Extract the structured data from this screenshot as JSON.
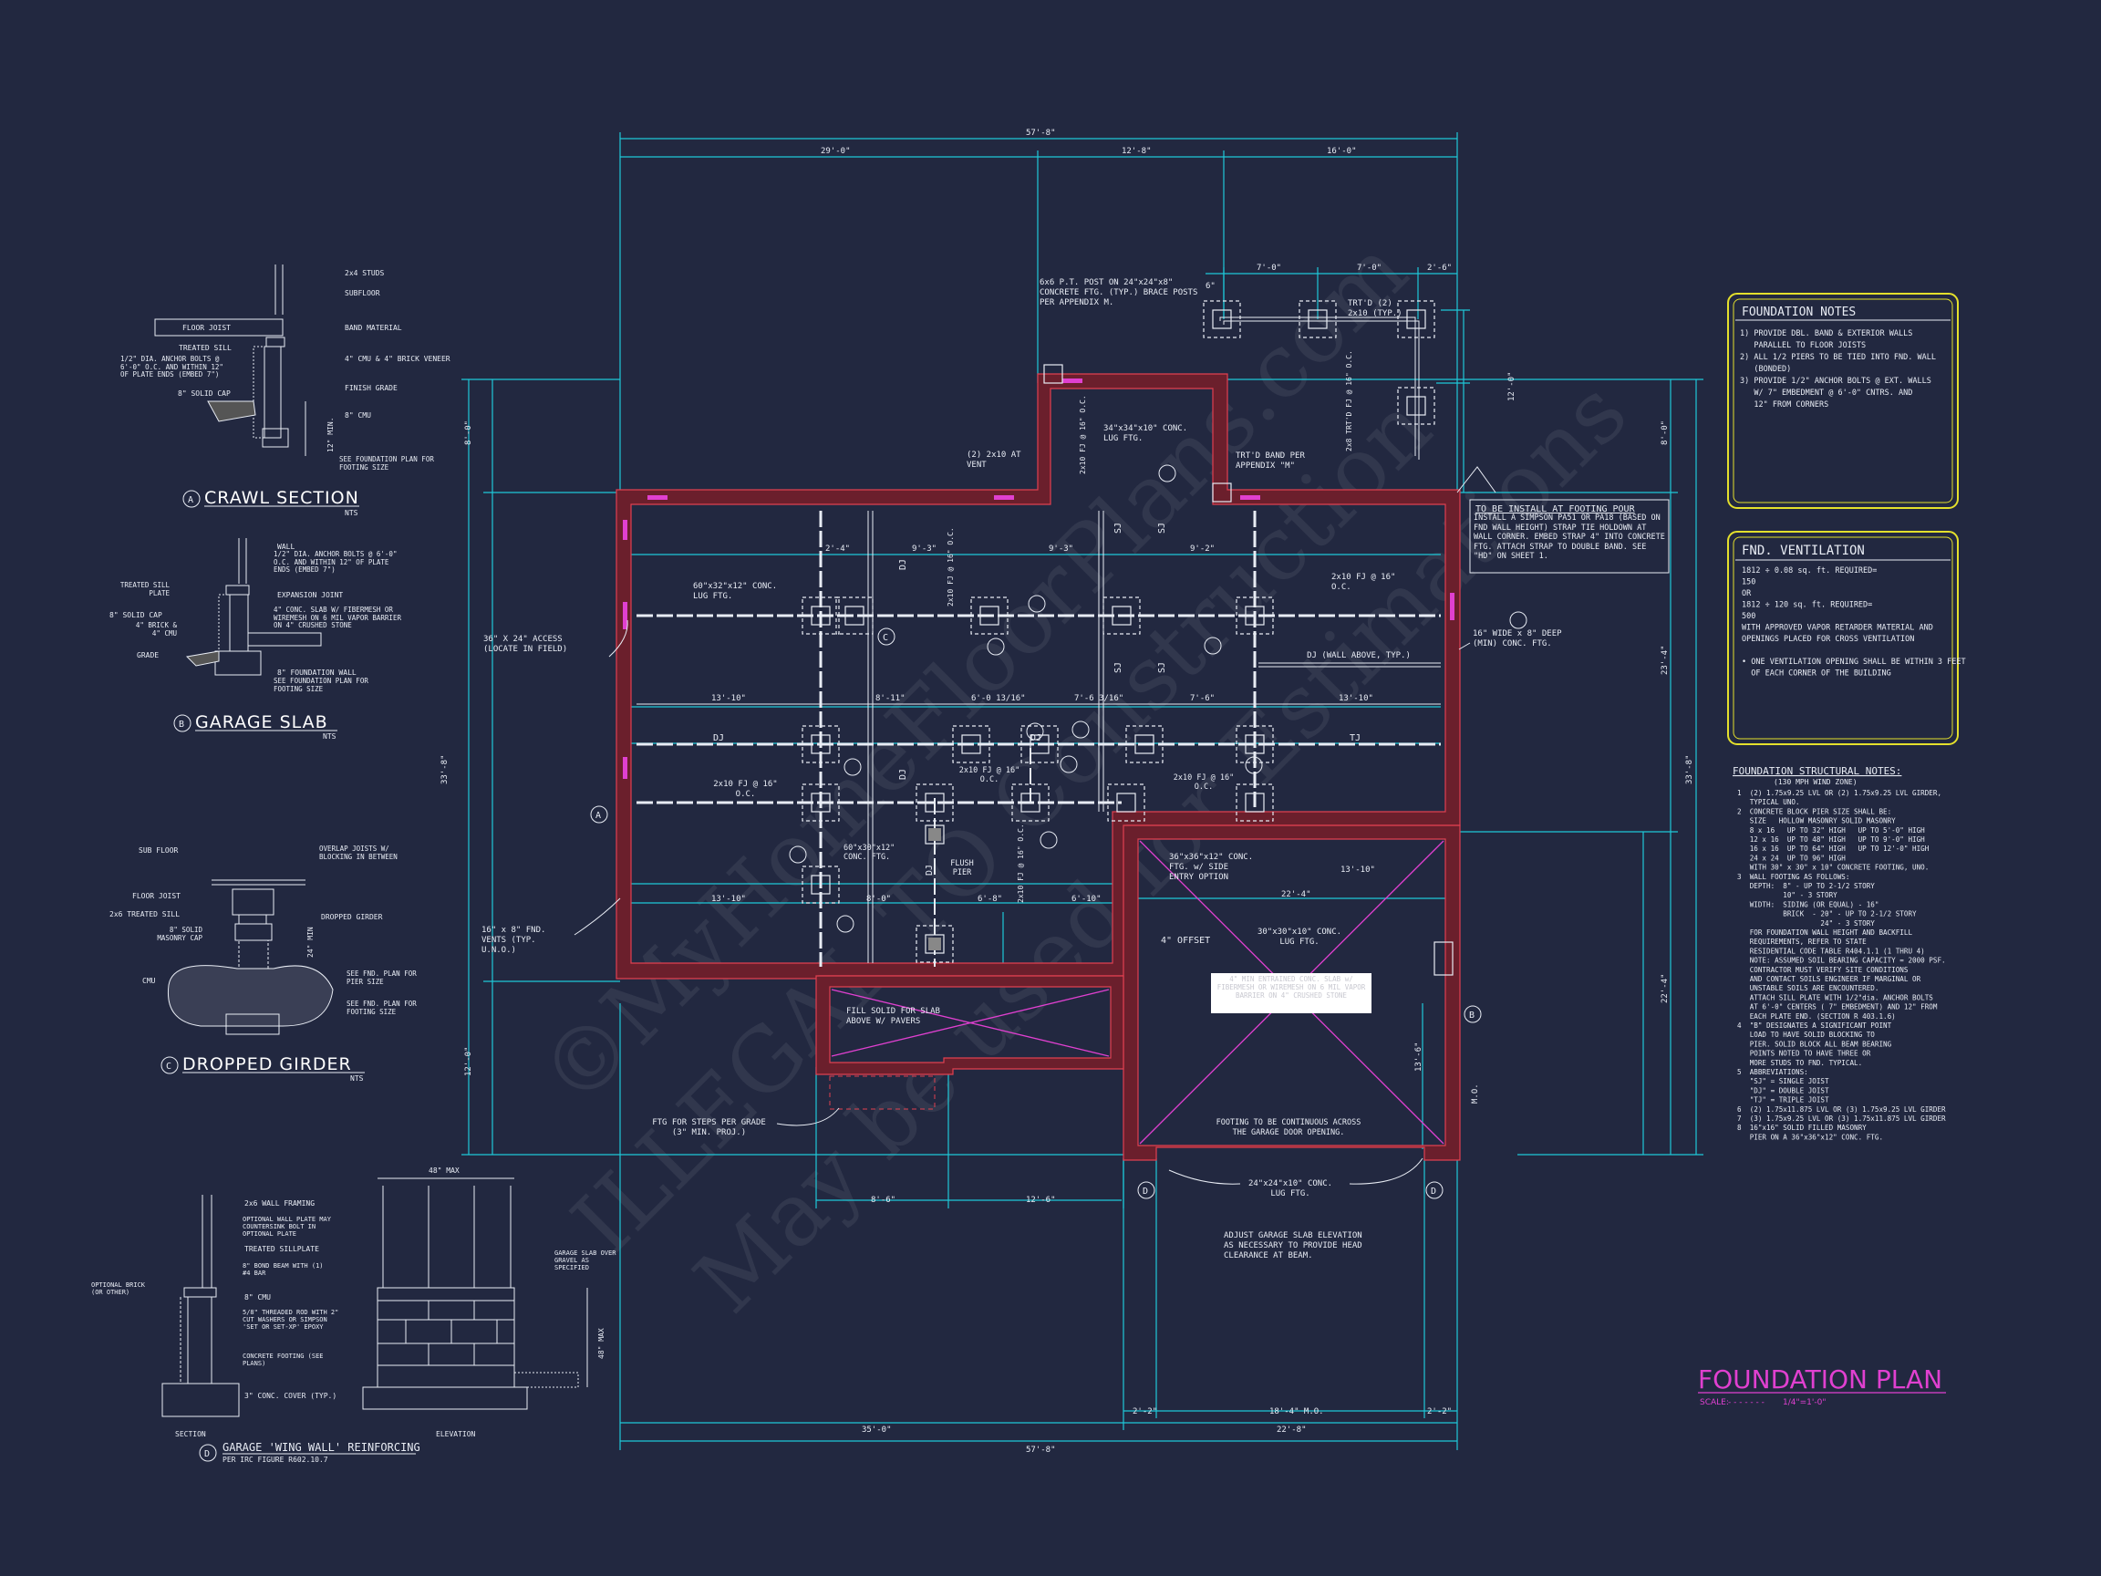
{
  "sheet": {
    "title": "FOUNDATION PLAN",
    "scale_label": "SCALE:",
    "scale_value": "1/4\"=1'-0\"",
    "watermark_lines": [
      "©MyHomeFloorPlans.com",
      "ILLEGAL TO Construction",
      "May be used for Estimations"
    ]
  },
  "dimensions": {
    "top_overall": "57'-8\"",
    "top_left": "29'-0\"",
    "top_mid": "12'-8\"",
    "top_right": "16'-0\"",
    "deck_a": "7'-0\"",
    "deck_b": "7'-0\"",
    "deck_c": "2'-6\"",
    "deck_d": "6\"",
    "left_overall": "33'-8\"",
    "left_top": "8'-0\"",
    "left_bottom": "12'-0\"",
    "right_overall": "33'-8\"",
    "right_top": "8'-0\"",
    "right_mid": "23'-4\"",
    "right_low": "22'-4\"",
    "right_deck": "12'-0\"",
    "bottom_overall": "57'-8\"",
    "bottom_left": "35'-0\"",
    "bottom_right": "22'-8\"",
    "bottom_a": "2'-2\"",
    "bottom_b": "18'-4\" M.O.",
    "bottom_c": "2'-2\"",
    "porch_a": "8'-6\"",
    "porch_b": "12'-6\"",
    "garage_w": "22'-4\"",
    "garage_d": "13'-6\"",
    "garage_mo": "M.O.",
    "in_1": "2'-4\"",
    "in_2": "9'-3\"",
    "in_3": "9'-3\"",
    "in_4": "9'-2\"",
    "in_5": "13'-10\"",
    "in_6": "8'-11\"",
    "in_7": "6'-0 13/16\"",
    "in_8": "7'-6 3/16\"",
    "in_9": "7'-6\"",
    "in_10": "13'-10\"",
    "in_11": "13'-10\"",
    "in_12": "8'-0\"",
    "in_13": "6'-8\"",
    "in_14": "6'-10\"",
    "in_15": "13'-10\""
  },
  "plan_labels": {
    "post_note": "6x6 P.T. POST ON 24\"x24\"x8\" CONCRETE FTG. (TYP.) BRACE POSTS PER APPENDIX M.",
    "trtd": "TRT'D (2) 2x10 (TYP.)",
    "trtd_fj": "2x8 TRT'D FJ @ 16\" O.C.",
    "vent_2x10": "(2) 2x10 AT VENT",
    "lug_34": "34\"x34\"x10\" CONC. LUG FTG.",
    "fj_vert": "2x10 FJ @ 16\" O.C.",
    "trtd_band": "TRT'D BAND PER APPENDIX \"M\"",
    "holdown_title": "TO BE INSTALL AT FOOTING POUR",
    "holdown_body": "INSTALL A SIMPSON PA51 OR PA18 (BASED ON FND WALL HEIGHT) STRAP TIE HOLDOWN AT WALL CORNER. EMBED STRAP 4\" INTO CONCRETE FTG. ATTACH STRAP TO DOUBLE BAND. SEE \"HD\" ON SHEET 1.",
    "lug_60": "60\"x32\"x12\" CONC. LUG FTG.",
    "fj_center": "2x10 FJ @ 16\" O.C.",
    "fj_right": "2x10 FJ @ 16\" O.C.",
    "deep_ftg": "16\" WIDE x 8\" DEEP (MIN) CONC. FTG.",
    "wall_above": "DJ (WALL ABOVE, TYP.)",
    "access": "36\" X 24\" ACCESS (LOCATE IN FIELD)",
    "fj_left": "2x10 FJ @ 16\" O.C.",
    "fj_mid2": "2x10 FJ @ 16\" O.C.",
    "fj_mid3": "2x10 FJ @ 16\" O.C.",
    "lug_60b": "60\"x30\"x12\" CONC. FTG.",
    "flush_pier": "FLUSH PIER",
    "fj_lower": "2x10 FJ @ 16\" O.C.",
    "lug_36": "36\"x36\"x12\" CONC. FTG. w/ SIDE ENTRY OPTION",
    "vents": "16\" x 8\" FND. VENTS (TYP. U.N.O.)",
    "offset": "4\" OFFSET",
    "lug_30": "30\"x30\"x10\" CONC. LUG FTG.",
    "garage_slab_note": "4\" MIN ENTRAINED CONC. SLAB w/ FIBERMESH OR WIREMESH ON 6 MIL VAPOR BARRIER ON 4\" CRUSHED STONE",
    "fill_solid": "FILL SOLID FOR SLAB ABOVE W/ PAVERS",
    "steps": "FTG FOR STEPS PER GRADE (3\" MIN. PROJ.)",
    "garage_door": "FOOTING TO BE CONTINUOUS ACROSS THE GARAGE DOOR OPENING.",
    "lug_24": "24\"x24\"x10\" CONC. LUG FTG.",
    "adjust": "ADJUST GARAGE SLAB ELEVATION AS NECESSARY TO PROVIDE HEAD CLEARANCE AT BEAM.",
    "dj": "DJ",
    "sj": "SJ",
    "tj": "TJ",
    "bubble_a": "A",
    "bubble_b": "B",
    "bubble_c": "C",
    "bubble_d": "D"
  },
  "details": {
    "crawl": {
      "letter": "A",
      "title": "CRAWL SECTION",
      "nts": "NTS",
      "labels": [
        "2x4 STUDS",
        "SUBFLOOR",
        "FLOOR JOIST",
        "BAND MATERIAL",
        "TREATED SILL",
        "4\" CMU & 4\" BRICK VENEER",
        "1/2\" DIA. ANCHOR BOLTS @ 6'-0\" O.C. AND WITHIN 12\" OF PLATE ENDS (EMBED 7\")",
        "8\" SOLID CAP",
        "FINISH GRADE",
        "8\" CMU",
        "12\" MIN.",
        "SEE FOUNDATION PLAN FOR FOOTING SIZE"
      ]
    },
    "garage": {
      "letter": "B",
      "title": "GARAGE SLAB",
      "nts": "NTS",
      "labels": [
        "WALL",
        "1/2\" DIA. ANCHOR BOLTS @ 6'-0\" O.C. AND WITHIN 12\" OF PLATE ENDS (EMBED 7\")",
        "TREATED SILL PLATE",
        "EXPANSION JOINT",
        "8\" SOLID CAP",
        "4\" CONC. SLAB W/ FIBERMESH OR WIREMESH ON 6 MIL VAPOR BARRIER ON 4\" CRUSHED STONE",
        "4\" BRICK & 4\" CMU",
        "GRADE",
        "8\" FOUNDATION WALL",
        "SEE FOUNDATION PLAN FOR FOOTING SIZE"
      ]
    },
    "girder": {
      "letter": "C",
      "title": "DROPPED GIRDER",
      "nts": "NTS",
      "labels": [
        "SUB FLOOR",
        "OVERLAP JOISTS W/ BLOCKING IN BETWEEN",
        "FLOOR JOIST",
        "2x6 TREATED SILL",
        "DROPPED GIRDER",
        "8\" SOLID MASONRY CAP",
        "24\" MIN",
        "CMU",
        "SEE FND. PLAN FOR PIER SIZE",
        "SEE FND. PLAN FOR FOOTING SIZE"
      ]
    },
    "wingwall": {
      "letter": "D",
      "title": "GARAGE 'WING WALL' REINFORCING",
      "sub": "PER IRC FIGURE R602.10.7",
      "labels": [
        "2x6 WALL FRAMING",
        "OPTIONAL WALL PLATE MAY COUNTERSINK BOLT IN OPTIONAL PLATE",
        "TREATED SILLPLATE",
        "8\" BOND BEAM WITH (1) #4 BAR",
        "8\" CMU",
        "5/8\" THREADED ROD WITH 2\" CUT WASHERS OR SIMPSON 'SET OR SET-XP' EPOXY",
        "CONCRETE FOOTING (SEE PLANS)",
        "3\" CONC. COVER (TYP.)",
        "OPTIONAL BRICK (OR OTHER)",
        "GARAGE SLAB OVER GRAVEL AS SPECIFIED",
        "48\" MAX",
        "48\" MAX",
        "SECTION",
        "ELEVATION"
      ]
    }
  },
  "foundation_notes": {
    "title": "FOUNDATION NOTES",
    "items": [
      "1) PROVIDE DBL. BAND & EXTERIOR WALLS",
      "   PARALLEL TO FLOOR JOISTS",
      "2) ALL 1/2 PIERS TO BE TIED INTO FND. WALL",
      "   (BONDED)",
      "3) PROVIDE 1/2\" ANCHOR BOLTS @ EXT. WALLS",
      "   W/ 7\" EMBEDMENT @ 6'-0\" CNTRS. AND",
      "   12\" FROM CORNERS"
    ]
  },
  "ventilation": {
    "title": "FND. VENTILATION",
    "items": [
      "1812 ÷ 0.08 sq. ft. REQUIRED=",
      "150",
      "OR",
      "1812 ÷ 120 sq. ft. REQUIRED=",
      "500",
      "WITH APPROVED VAPOR RETARDER MATERIAL AND",
      "OPENINGS PLACED FOR CROSS VENTILATION",
      "",
      "• ONE VENTILATION OPENING SHALL BE WITHIN 3 FEET",
      "  OF EACH CORNER OF THE BUILDING"
    ]
  },
  "structural_notes": {
    "title": "FOUNDATION STRUCTURAL NOTES:",
    "subtitle": "(130 MPH WIND ZONE)",
    "items": [
      "1  (2) 1.75x9.25 LVL OR (2) 1.75x9.25 LVL GIRDER,",
      "   TYPICAL UNO.",
      "2  CONCRETE BLOCK PIER SIZE SHALL BE:",
      "   SIZE   HOLLOW MASONRY SOLID MASONRY",
      "   8 x 16   UP TO 32\" HIGH   UP TO 5'-0\" HIGH",
      "   12 x 16  UP TO 48\" HIGH   UP TO 9'-0\" HIGH",
      "   16 x 16  UP TO 64\" HIGH   UP TO 12'-0\" HIGH",
      "   24 x 24  UP TO 96\" HIGH",
      "   WITH 30\" x 30\" x 10\" CONCRETE FOOTING, UNO.",
      "3  WALL FOOTING AS FOLLOWS:",
      "   DEPTH:  8\" - UP TO 2-1/2 STORY",
      "           10\" - 3 STORY",
      "   WIDTH:  SIDING (OR EQUAL) - 16\"",
      "           BRICK  - 20\" - UP TO 2-1/2 STORY",
      "                    24\" - 3 STORY",
      "   FOR FOUNDATION WALL HEIGHT AND BACKFILL",
      "   REQUIREMENTS, REFER TO STATE",
      "   RESIDENTIAL CODE TABLE R404.1.1 (1 THRU 4)",
      "   NOTE: ASSUMED SOIL BEARING CAPACITY = 2000 PSF.",
      "   CONTRACTOR MUST VERIFY SITE CONDITIONS",
      "   AND CONTACT SOILS ENGINEER IF MARGINAL OR",
      "   UNSTABLE SOILS ARE ENCOUNTERED.",
      "   ATTACH SILL PLATE WITH 1/2\"dia. ANCHOR BOLTS",
      "   AT 6'-0\" CENTERS ( 7\" EMBEDMENT) AND 12\" FROM",
      "   EACH PLATE END. (SECTION R 403.1.6)",
      "4  \"B\" DESIGNATES A SIGNIFICANT POINT",
      "   LOAD TO HAVE SOLID BLOCKING TO",
      "   PIER. SOLID BLOCK ALL BEAM BEARING",
      "   POINTS NOTED TO HAVE THREE OR",
      "   MORE STUDS TO FND. TYPICAL.",
      "5  ABBREVIATIONS:",
      "   \"SJ\" = SINGLE JOIST",
      "   \"DJ\" = DOUBLE JOIST",
      "   \"TJ\" = TRIPLE JOIST",
      "6  (2) 1.75x11.875 LVL OR (3) 1.75x9.25 LVL GIRDER",
      "7  (3) 1.75x9.25 LVL OR (3) 1.75x11.875 LVL GIRDER",
      "8  16\"x16\" SOLID FILLED MASONRY",
      "   PIER ON A 36\"x36\"x12\" CONC. FTG."
    ]
  },
  "colors": {
    "background": "#222840",
    "dimension": "#1ec8d8",
    "wall": "#e04050",
    "accent": "#e040d0",
    "note_border": "#e4e02c"
  }
}
